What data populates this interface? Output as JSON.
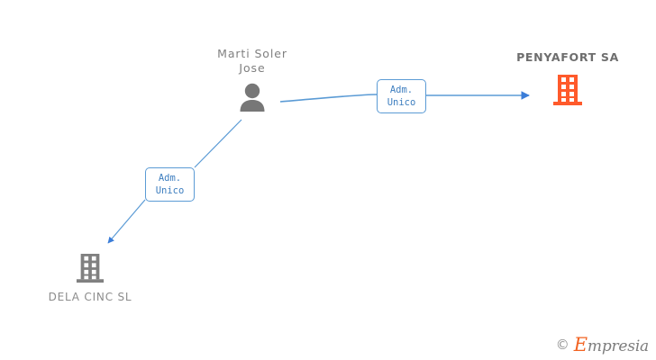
{
  "diagram": {
    "type": "corporate-relationship-graph",
    "background_color": "#ffffff",
    "nodes": [
      {
        "id": "person",
        "kind": "person",
        "label": "Marti Soler\nJose",
        "icon": "person-icon",
        "color": "#808080",
        "bold": false
      },
      {
        "id": "company-right",
        "kind": "company",
        "label": "PENYAFORT SA",
        "icon": "building-icon",
        "color": "#ff5a2b",
        "label_color": "#6e6e6e",
        "bold": true
      },
      {
        "id": "company-left",
        "kind": "company",
        "label": "DELA CINC SL",
        "icon": "building-icon",
        "color": "#808080",
        "label_color": "#8c8c8c",
        "bold": false
      }
    ],
    "edges": [
      {
        "id": "edge-penyafort",
        "from": "person",
        "to": "company-right",
        "label": "Adm.\nUnico",
        "color": "#5b9bd5",
        "direction": "right"
      },
      {
        "id": "edge-delacinc",
        "from": "person",
        "to": "company-left",
        "label": "Adm.\nUnico",
        "color": "#5b9bd5",
        "direction": "down-left"
      }
    ]
  },
  "watermark": {
    "copyright": "©",
    "brand_initial": "E",
    "brand_rest": "mpresia",
    "brand_color": "#f26322"
  }
}
